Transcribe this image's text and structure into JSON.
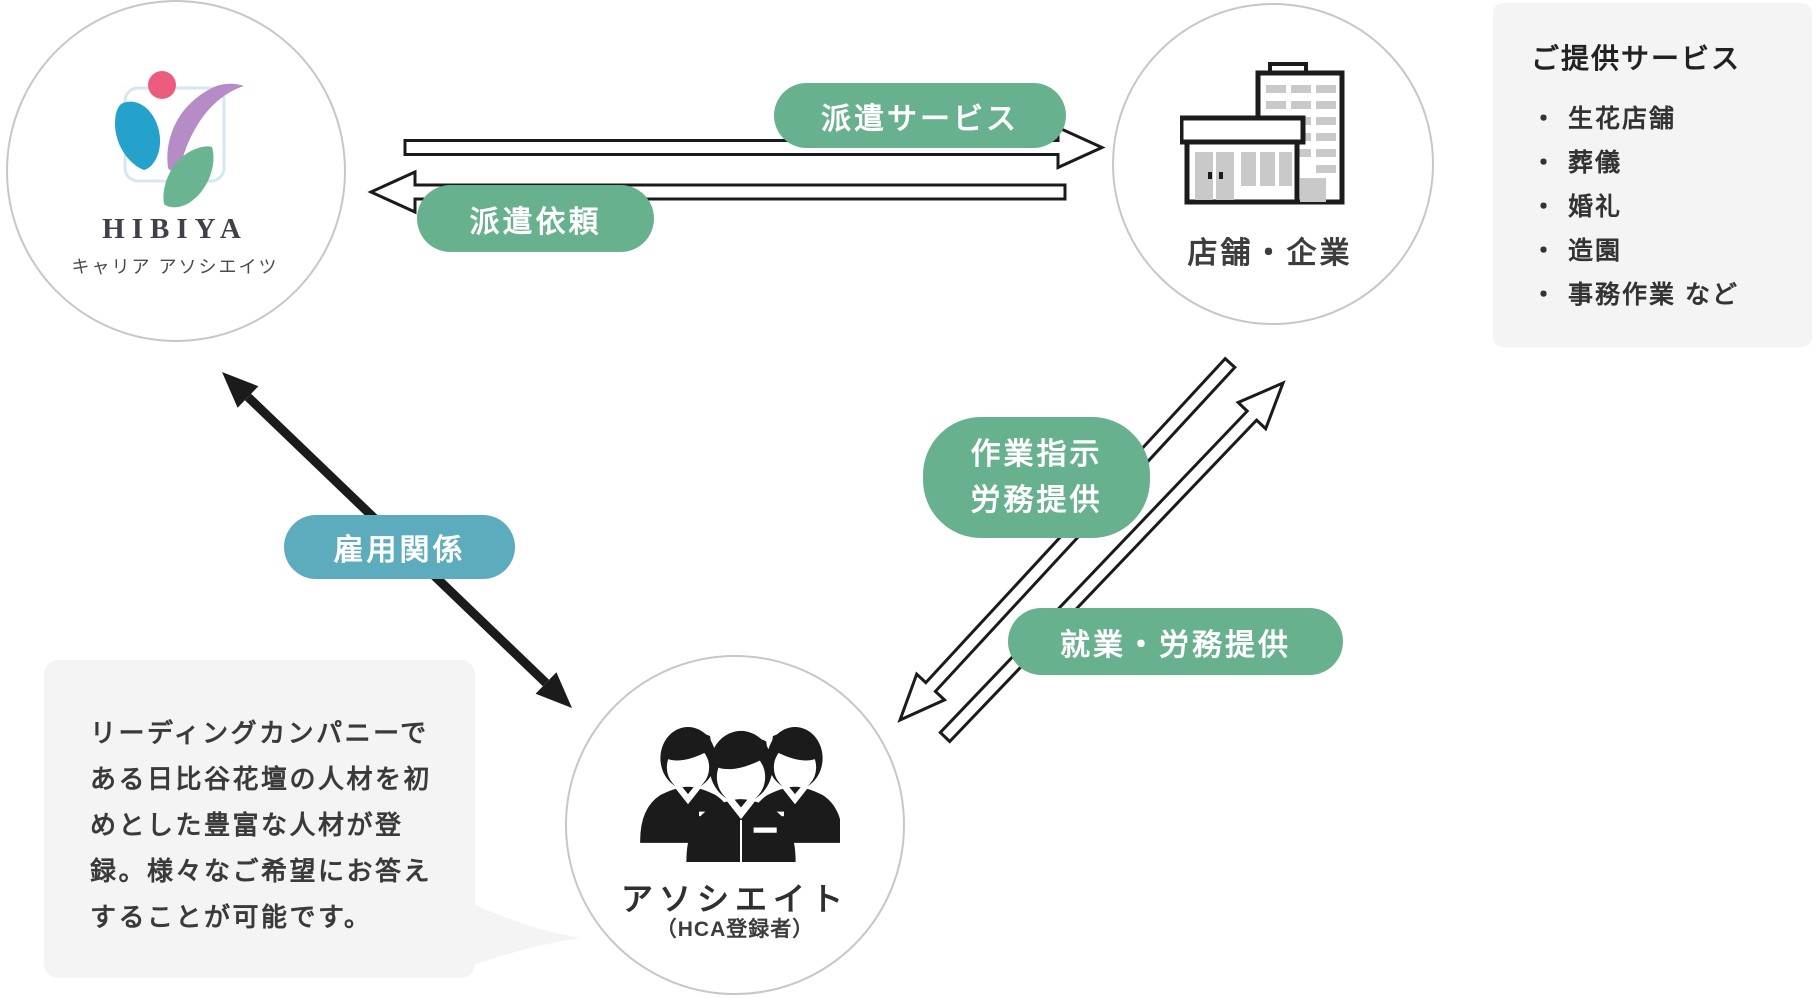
{
  "colors": {
    "green": "#68b18f",
    "teal": "#5cacbd",
    "ink": "#1b1b1b",
    "panel_bg": "#f4f4f5",
    "text_dark": "#3a3a3a",
    "circle_border": "#c7c7c7",
    "logo_pink": "#ec5d7d",
    "logo_blue": "#25a2cc",
    "logo_purple": "#b58cc6",
    "logo_green": "#69b591",
    "logo_frame": "#d5e7f0",
    "win_gray": "#c9c9c9"
  },
  "hibiya_node": {
    "title": "HIBIYA",
    "subtitle": "キャリア アソシエイツ"
  },
  "company_node": {
    "label": "店舗・企業"
  },
  "associate_node": {
    "label": "アソシエイト",
    "sublabel": "（HCA登録者）"
  },
  "relations": {
    "dispatch_service": "派遣サービス",
    "dispatch_request": "派遣依頼",
    "employment": "雇用関係",
    "work_instruction_lines": [
      "作業指示",
      "労務提供"
    ],
    "work_provision": "就業・労務提供"
  },
  "services_panel": {
    "title": "ご提供サービス",
    "bullet": "・",
    "items": [
      "生花店舗",
      "葬儀",
      "婚礼",
      "造園",
      "事務作業 など"
    ]
  },
  "note": {
    "lines": [
      "リーディングカンパニーで",
      "ある日比谷花壇の人材を初",
      "めとした豊富な人材が登",
      "録。様々なご希望にお答え",
      "することが可能です。"
    ]
  }
}
